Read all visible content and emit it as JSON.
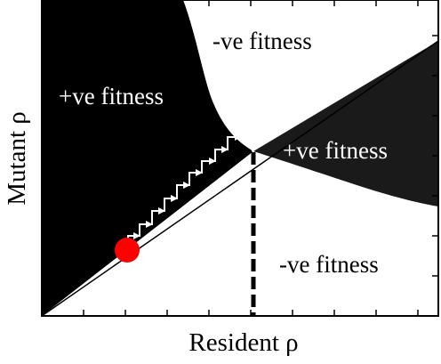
{
  "labels": {
    "positive_upper_left": "+ve fitness",
    "negative_top": "-ve fitness",
    "positive_right": "+ve fitness",
    "negative_bottom_right": "-ve fitness"
  },
  "axes": {
    "xlabel": "Resident ρ",
    "ylabel": "Mutant ρ"
  },
  "colors": {
    "positive_region": "#000000",
    "right_positive_region": "#1a1a1a",
    "negative_region": "#ffffff",
    "start_point": "#ff0000",
    "path": "#ffffff",
    "singular_line": "#000000"
  },
  "annotations": {
    "start_marker": "red-dot",
    "evolution_path": "white staircase arrows toward the singular point",
    "singular_strategy_marker": "dashed vertical line"
  }
}
